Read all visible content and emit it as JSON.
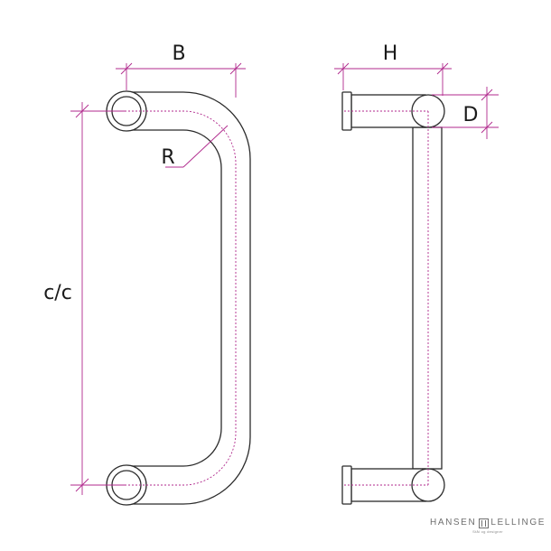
{
  "labels": {
    "width": "B",
    "height": "H",
    "diameter": "D",
    "radius": "R",
    "center_to_center": "c/c"
  },
  "logo": {
    "left_word": "HANSEN",
    "right_word": "LELLINGE",
    "tagline": "Stål og designer"
  },
  "colors": {
    "outline": "#2b2b2b",
    "dimension": "#b0288c",
    "text": "#1a1a1a"
  }
}
